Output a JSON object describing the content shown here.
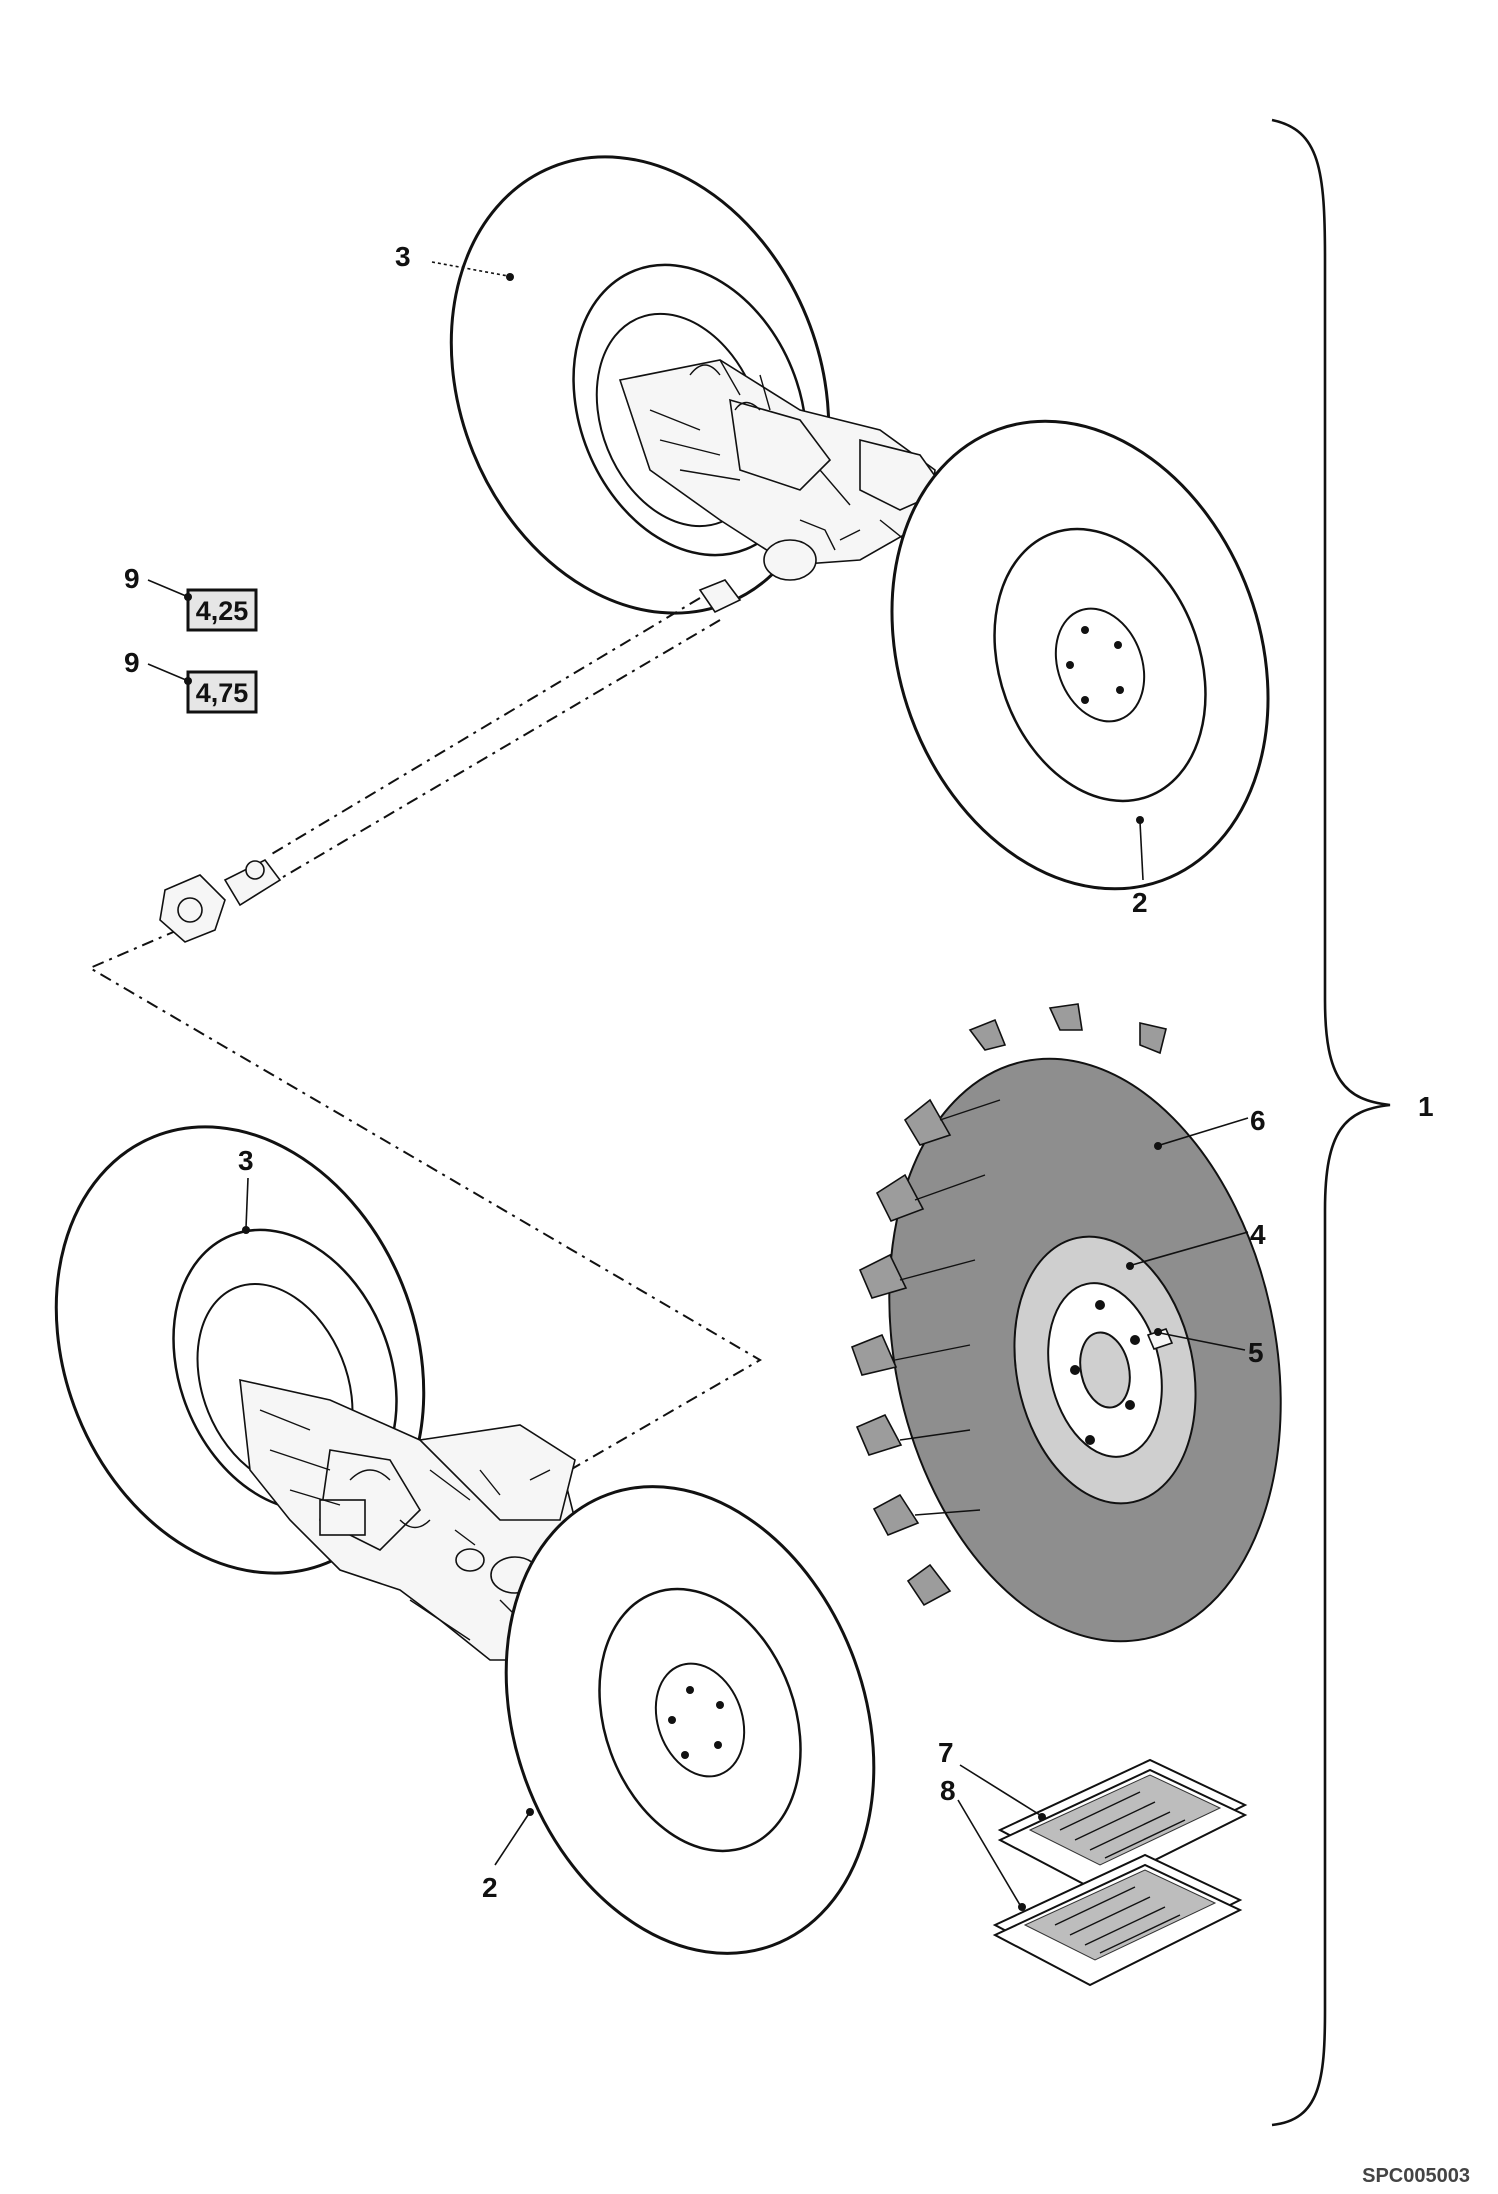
{
  "callouts": {
    "assembly": "1",
    "front_wheel_right": "2",
    "front_wheel_left": "3",
    "rear_wheel_left": "3",
    "rear_wheel_right": "2",
    "rim": "4",
    "wheel_nut": "5",
    "tyre": "6",
    "sticker_upper": "7",
    "sticker_lower": "8",
    "qty_upper_ref": "9",
    "qty_lower_ref": "9"
  },
  "ratio_boxes": {
    "upper": "4,25",
    "lower": "4,75"
  },
  "reference_code": "SPC005003"
}
